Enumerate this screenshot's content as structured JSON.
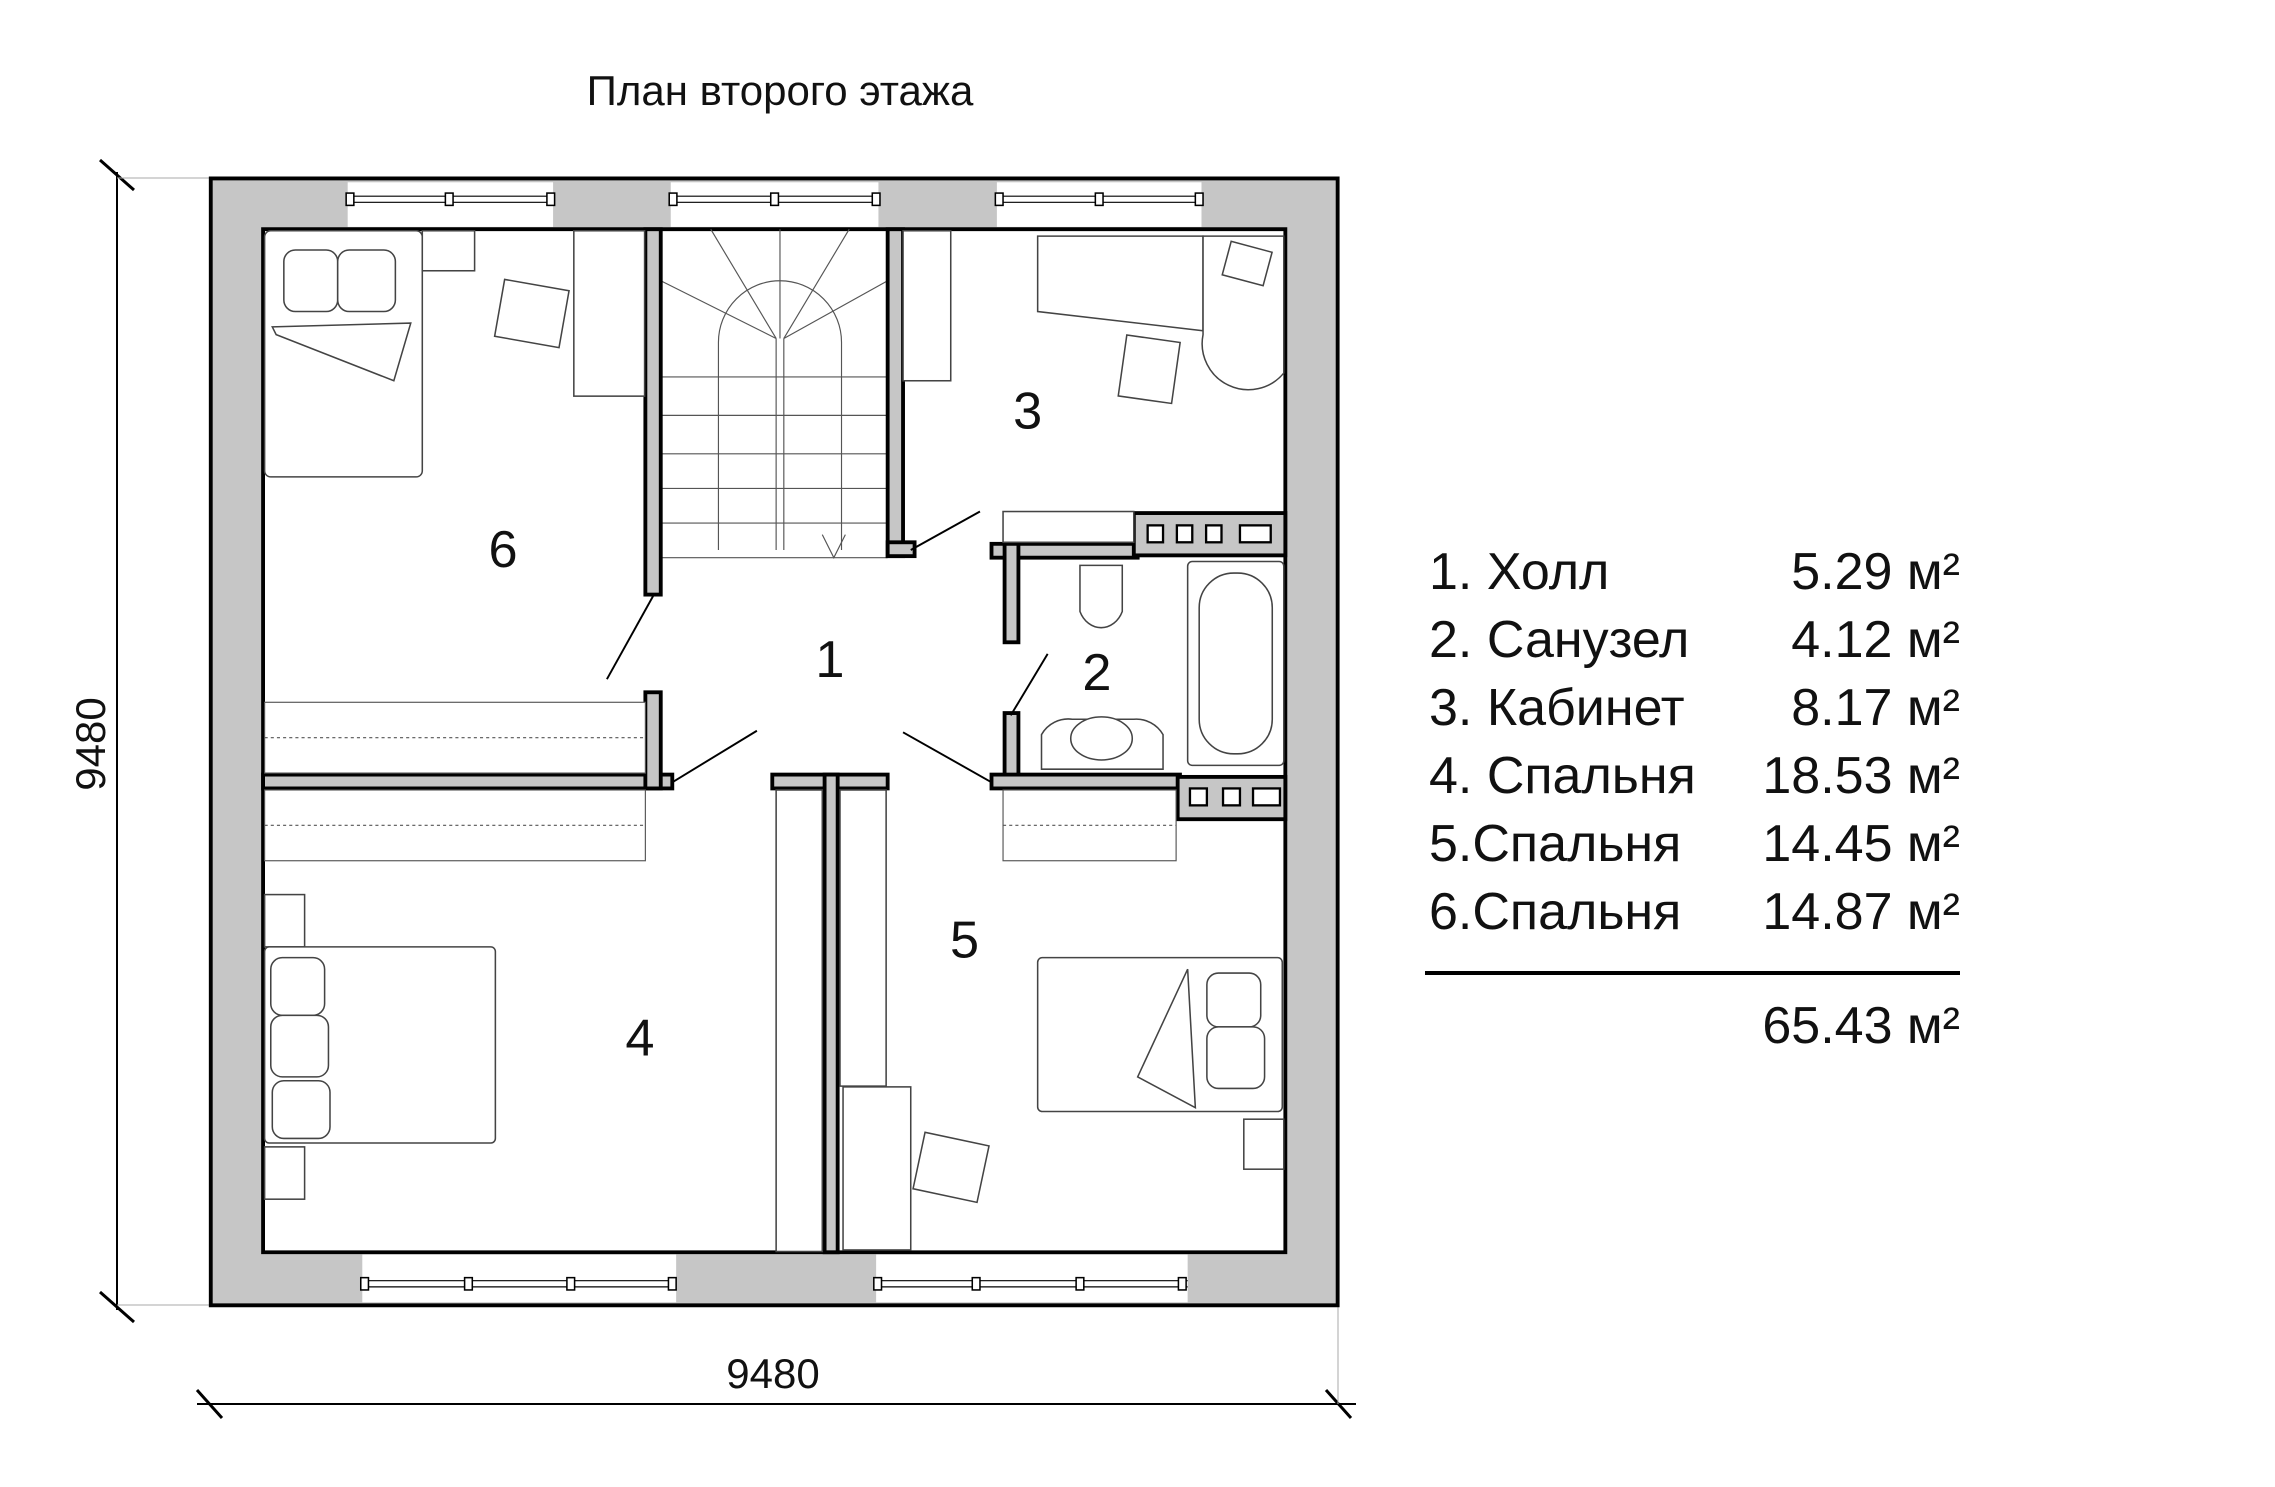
{
  "title": "План второго этажа",
  "dimensions": {
    "width": "9480",
    "height": "9480"
  },
  "rooms": [
    {
      "number": "1",
      "name": "Холл"
    },
    {
      "number": "2",
      "name": "Санузел"
    },
    {
      "number": "3",
      "name": "Кабинет"
    },
    {
      "number": "4",
      "name": "Спальня"
    },
    {
      "number": "5",
      "name": "Спальня"
    },
    {
      "number": "6",
      "name": "Спальня"
    }
  ],
  "legend": [
    {
      "label": "1. Холл",
      "area": "5.29 м²"
    },
    {
      "label": "2. Санузел",
      "area": "4.12 м²"
    },
    {
      "label": "3. Кабинет",
      "area": "8.17 м²"
    },
    {
      "label": "4. Спальня",
      "area": "18.53 м²"
    },
    {
      "label": "5.Спальня",
      "area": "14.45 м²"
    },
    {
      "label": "6.Спальня",
      "area": "14.87 м²"
    }
  ],
  "total": "65.43 м²"
}
